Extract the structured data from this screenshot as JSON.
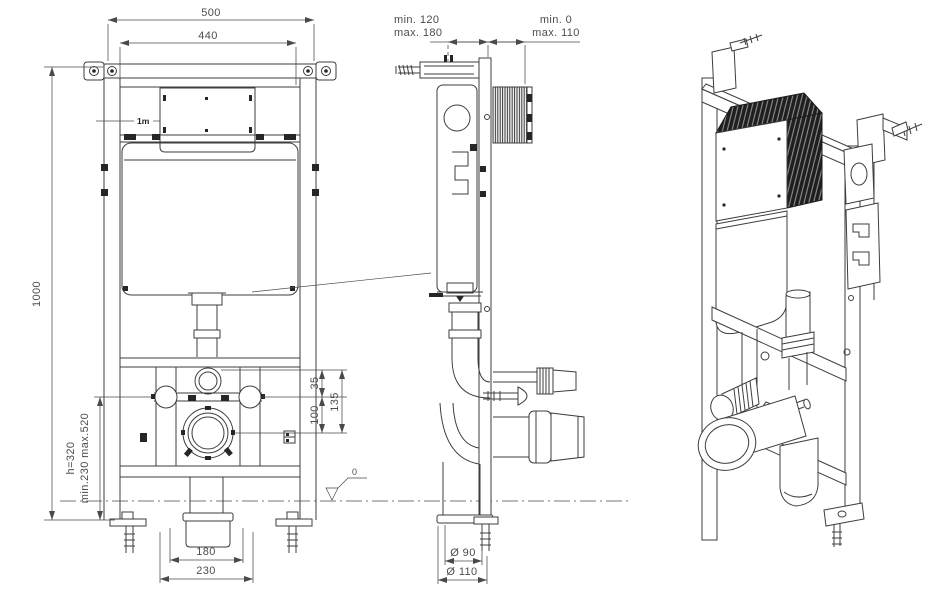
{
  "drawing": {
    "background": "#ffffff",
    "line_color": "#3d3d3d",
    "views": {
      "front": {
        "dim_overall_width": "500",
        "dim_inner_width": "440",
        "dim_overall_height": "1000",
        "dim_flush_height": "h=320",
        "dim_flush_height_range": "min.230 max.520",
        "dim_spud_offset": "35",
        "dim_bolt_to_drain": "100",
        "dim_spud_to_drain": "135",
        "dim_drain_inner": "180",
        "dim_drain_outer": "230",
        "meter_mark": "1m",
        "floor_level": "0"
      },
      "side": {
        "dim_frame_depth_min": "min. 120",
        "dim_frame_depth_max": "max. 180",
        "dim_wall_offset_min": "min. 0",
        "dim_wall_offset_max": "max. 110",
        "dim_drain_pipe_inner": "Ø 90",
        "dim_drain_pipe_outer": "Ø 110"
      }
    }
  }
}
